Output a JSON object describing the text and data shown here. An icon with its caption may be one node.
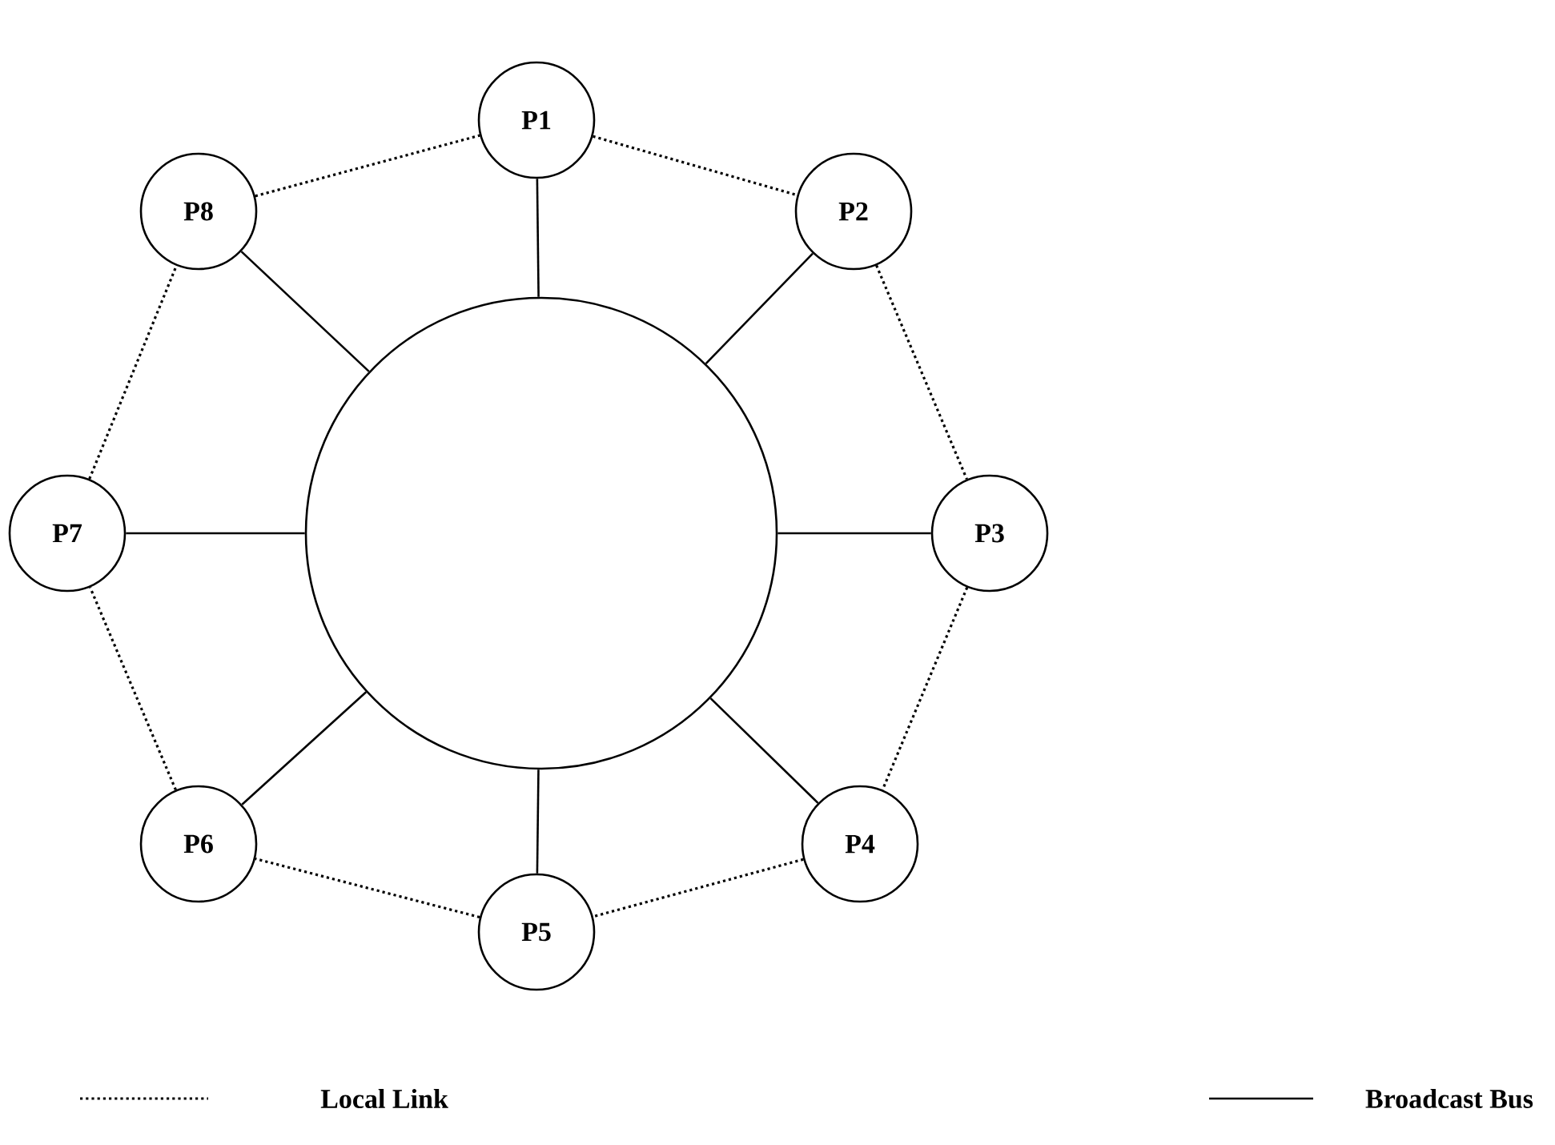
{
  "diagram": {
    "nodes": [
      {
        "text": [],
        "shape": "circle"
      },
      {
        "text": [
          "P1"
        ]
      },
      {
        "text": [
          "P2"
        ]
      },
      {
        "text": [
          "P3"
        ]
      },
      {
        "text": [
          "P4"
        ]
      },
      {
        "text": [
          "P5"
        ]
      },
      {
        "text": [
          "P6"
        ]
      },
      {
        "text": [
          "P7"
        ]
      },
      {
        "text": [
          "P8"
        ]
      }
    ],
    "edges": [
      {
        "from": 1,
        "to": 0,
        "arrow": "none"
      },
      {
        "from": 2,
        "to": 0,
        "arrow": "none"
      },
      {
        "from": 3,
        "to": 0,
        "arrow": "none"
      },
      {
        "from": 4,
        "to": 0,
        "arrow": "none"
      },
      {
        "from": 5,
        "to": 0,
        "arrow": "none"
      },
      {
        "from": 6,
        "to": 0,
        "arrow": "none"
      },
      {
        "from": 7,
        "to": 0,
        "arrow": "none"
      },
      {
        "from": 8,
        "to": 0,
        "arrow": "none"
      },
      {
        "from": 1,
        "to": 2,
        "arrow": "none",
        "style": "dashed"
      },
      {
        "from": 2,
        "to": 3,
        "arrow": "none",
        "style": "dashed"
      },
      {
        "from": 3,
        "to": 4,
        "arrow": "none",
        "style": "dashed"
      },
      {
        "from": 4,
        "to": 5,
        "arrow": "none",
        "style": "dashed"
      },
      {
        "from": 5,
        "to": 6,
        "arrow": "none",
        "style": "dashed"
      },
      {
        "from": 6,
        "to": 7,
        "arrow": "none",
        "style": "dashed"
      },
      {
        "from": 7,
        "to": 8,
        "arrow": "none",
        "style": "dashed"
      },
      {
        "from": 8,
        "to": 1,
        "arrow": "none",
        "style": "dashed"
      }
    ],
    "legend": [
      {
        "text": "Local Link"
      },
      {
        "text": "Broadcast Bus"
      }
    ]
  }
}
